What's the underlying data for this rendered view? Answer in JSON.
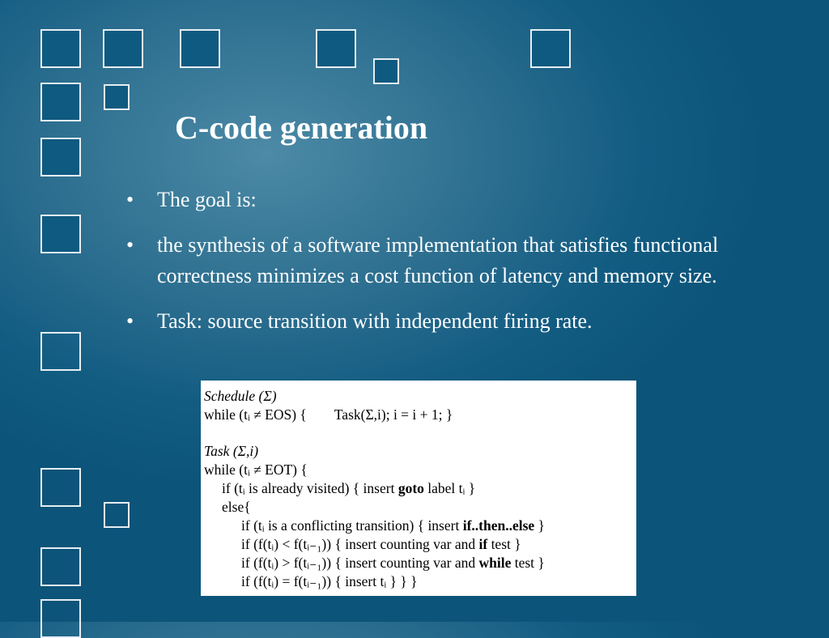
{
  "slide": {
    "title": "C-code generation",
    "bullets": [
      "The goal is:",
      "the synthesis of a software implementation that satisfies functional correctness minimizes a cost function of latency and memory size.",
      "Task: source transition with independent firing rate."
    ]
  },
  "code_figure": {
    "schedule_header": "Schedule (Σ)",
    "schedule_while": "while (tᵢ ≠ EOS) {",
    "schedule_body": "Task(Σ,i); i = i + 1; }",
    "task_header": "Task (Σ,i)",
    "task_while": "while (tᵢ ≠ EOT) {",
    "if_visited_prefix": "if (tᵢ is already visited) { insert",
    "if_visited_kw": "goto",
    "if_visited_suffix": "label tᵢ }",
    "else_line": "else{",
    "if_conflict_prefix": "if (tᵢ is a conflicting transition) { insert",
    "if_conflict_kw": "if..then..else",
    "if_conflict_suffix": "}",
    "if_lt_prefix": "if (f(tᵢ) < f(tᵢ₋₁)) { insert counting var and",
    "if_lt_kw": "if",
    "if_lt_suffix": "test }",
    "if_gt_prefix": "if (f(tᵢ) > f(tᵢ₋₁)) { insert counting var and",
    "if_gt_kw": "while",
    "if_gt_suffix": "test }",
    "if_eq_line": "if (f(tᵢ) = f(tᵢ₋₁)) { insert tᵢ } } }"
  },
  "colors": {
    "background": "#125c82",
    "square_fill": "#0f5a80",
    "square_border": "#e6eef3",
    "text": "#ffffff"
  }
}
